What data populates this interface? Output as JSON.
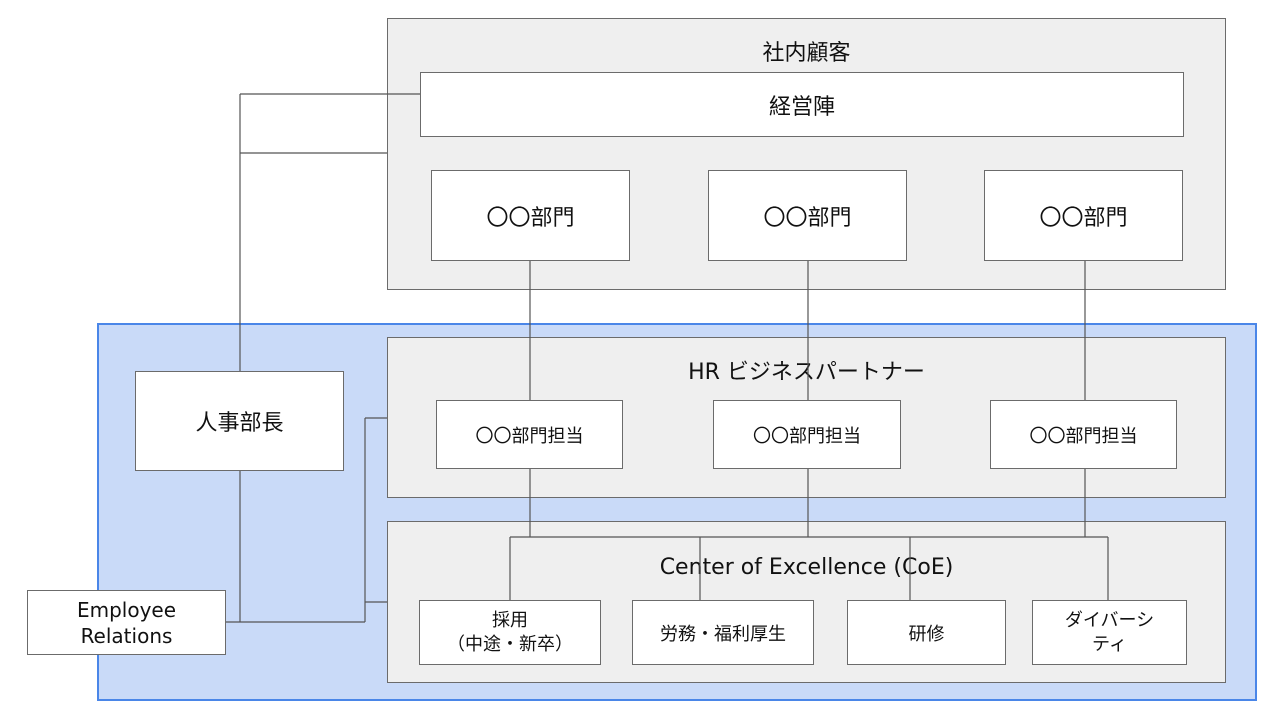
{
  "internal_customers": {
    "title": "社内顧客",
    "executives": "経営陣",
    "departments": [
      "〇〇部門",
      "〇〇部門",
      "〇〇部門"
    ]
  },
  "hr_head": "人事部長",
  "employee_relations": "Employee\nRelations",
  "hrbp": {
    "title": "HR ビジネスパートナー",
    "reps": [
      "〇〇部門担当",
      "〇〇部門担当",
      "〇〇部門担当"
    ]
  },
  "coe": {
    "title": "Center of Excellence (CoE)",
    "units": [
      "採用\n（中途・新卒）",
      "労務・福利厚生",
      "研修",
      "ダイバーシ\nティ"
    ]
  }
}
